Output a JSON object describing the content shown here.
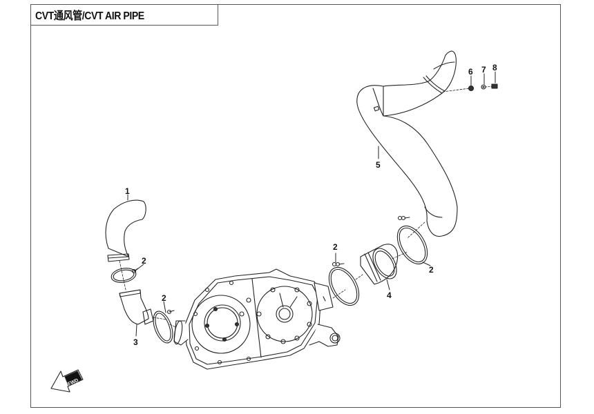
{
  "title": "CVT通风管/CVT AIR PIPE",
  "fwd_label": "FWD",
  "callouts": [
    {
      "id": "1",
      "label": "1",
      "part": "upper intake duct"
    },
    {
      "id": "2a",
      "label": "2",
      "part": "clamp"
    },
    {
      "id": "2b",
      "label": "2",
      "part": "clamp"
    },
    {
      "id": "2c",
      "label": "2",
      "part": "clamp"
    },
    {
      "id": "2d",
      "label": "2",
      "part": "clamp"
    },
    {
      "id": "3",
      "label": "3",
      "part": "intake elbow"
    },
    {
      "id": "4",
      "label": "4",
      "part": "exhaust connector"
    },
    {
      "id": "5",
      "label": "5",
      "part": "exhaust air pipe"
    },
    {
      "id": "6",
      "label": "6",
      "part": "nut"
    },
    {
      "id": "7",
      "label": "7",
      "part": "washer"
    },
    {
      "id": "8",
      "label": "8",
      "part": "bolt"
    }
  ],
  "colors": {
    "line": "#222222",
    "frame": "#555555",
    "background": "#ffffff"
  }
}
